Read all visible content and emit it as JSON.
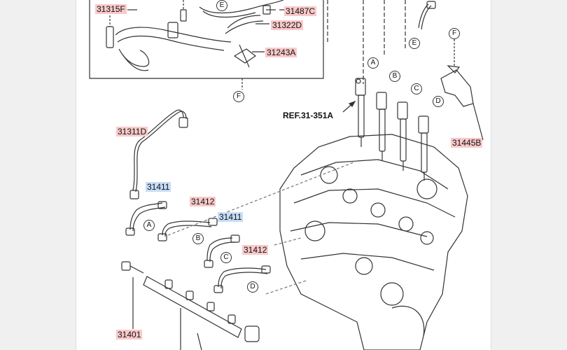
{
  "part_labels": {
    "p31315F": "31315F",
    "p31487C": "31487C",
    "p31322D": "31322D",
    "p31243A": "31243A",
    "p31311D": "31311D",
    "p31411_top": "31411",
    "p31412_top": "31412",
    "p31411_mid": "31411",
    "p31412_mid": "31412",
    "p31445B": "31445B",
    "p31401": "31401",
    "ref": "REF.31-351A"
  },
  "callouts": {
    "A_injector": "A",
    "B_injector": "B",
    "C_injector": "C",
    "D_injector": "D",
    "E_top": "E",
    "E_pipe": "E",
    "F_box": "F",
    "F_bracket": "F",
    "A_pipe": "A",
    "B_pipe": "B",
    "C_pipe": "C",
    "D_pipe": "D"
  },
  "colors": {
    "red_label": "#f9c9c9",
    "blue_label": "#c7ddf6",
    "line": "#333333",
    "frame": "#f0f0f0"
  }
}
